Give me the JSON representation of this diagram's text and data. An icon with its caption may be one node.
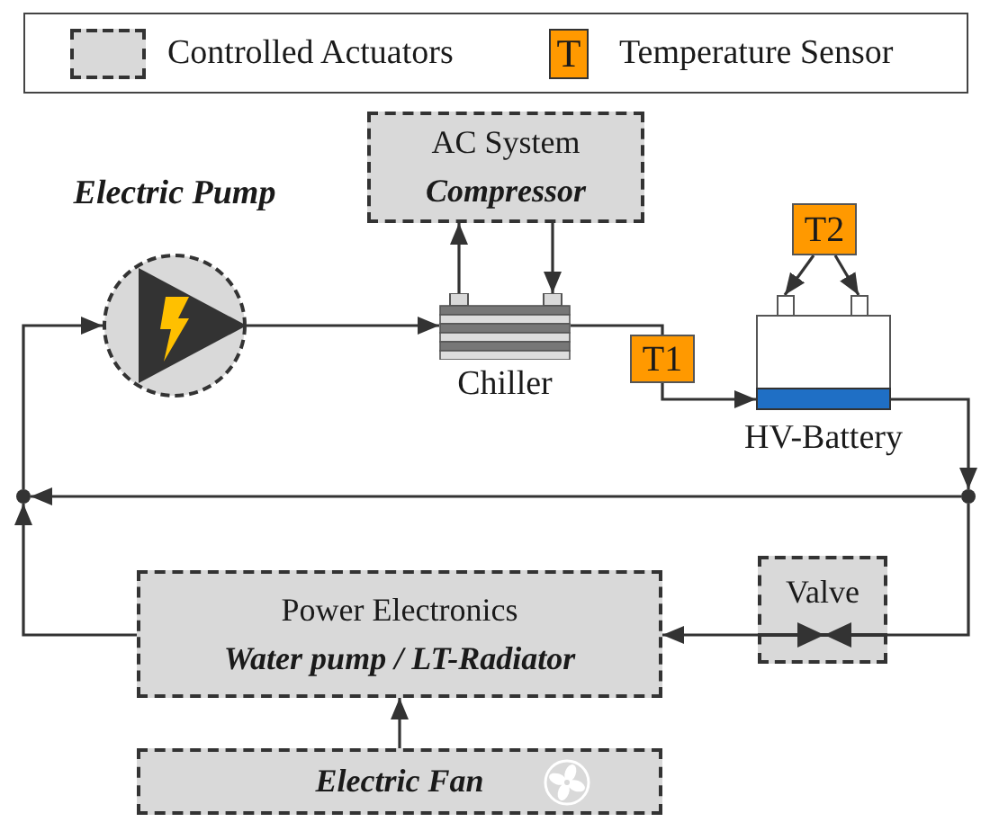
{
  "diagram": {
    "nodes": [
      {
        "text": [
          "AC System",
          "Compressor"
        ]
      },
      {
        "text": [
          "Electric Pump"
        ]
      },
      {
        "text": [
          "Chiller"
        ]
      },
      {
        "text": [
          "T1"
        ]
      },
      {
        "text": [
          "T2"
        ]
      },
      {
        "text": [
          "HV-Battery"
        ]
      },
      {
        "text": [],
        "shape": "circle"
      },
      {
        "text": [],
        "shape": "circle"
      },
      {
        "text": [
          "Valve"
        ]
      },
      {
        "text": [
          "Power Electronics",
          "Water pump / LT-Radiator"
        ]
      },
      {
        "text": [
          "Electric Fan"
        ]
      }
    ],
    "edges": [
      {
        "from": 6,
        "to": 1,
        "arrow": "to"
      },
      {
        "from": 1,
        "to": 2,
        "arrow": "to"
      },
      {
        "from": 2,
        "to": 0,
        "arrow": "to"
      },
      {
        "from": 0,
        "to": 2,
        "arrow": "to"
      },
      {
        "from": 2,
        "to": 3,
        "arrow": "none"
      },
      {
        "from": 3,
        "to": 5,
        "arrow": "to"
      },
      {
        "from": 4,
        "to": 5,
        "arrow": "to"
      },
      {
        "from": 4,
        "to": 5,
        "arrow": "to"
      },
      {
        "from": 5,
        "to": 7,
        "arrow": "to"
      },
      {
        "from": 7,
        "to": 6,
        "arrow": "to"
      },
      {
        "from": 7,
        "to": 8,
        "arrow": "none"
      },
      {
        "from": 8,
        "to": 9,
        "arrow": "to"
      },
      {
        "from": 9,
        "to": 6,
        "arrow": "to"
      },
      {
        "from": 10,
        "to": 9,
        "arrow": "to"
      }
    ],
    "labels": [
      "T"
    ],
    "legend": [
      {
        "text": "Controlled Actuators",
        "color": "#d9d9d9"
      },
      {
        "text": "Temperature Sensor",
        "color": "#ff9900"
      }
    ]
  }
}
